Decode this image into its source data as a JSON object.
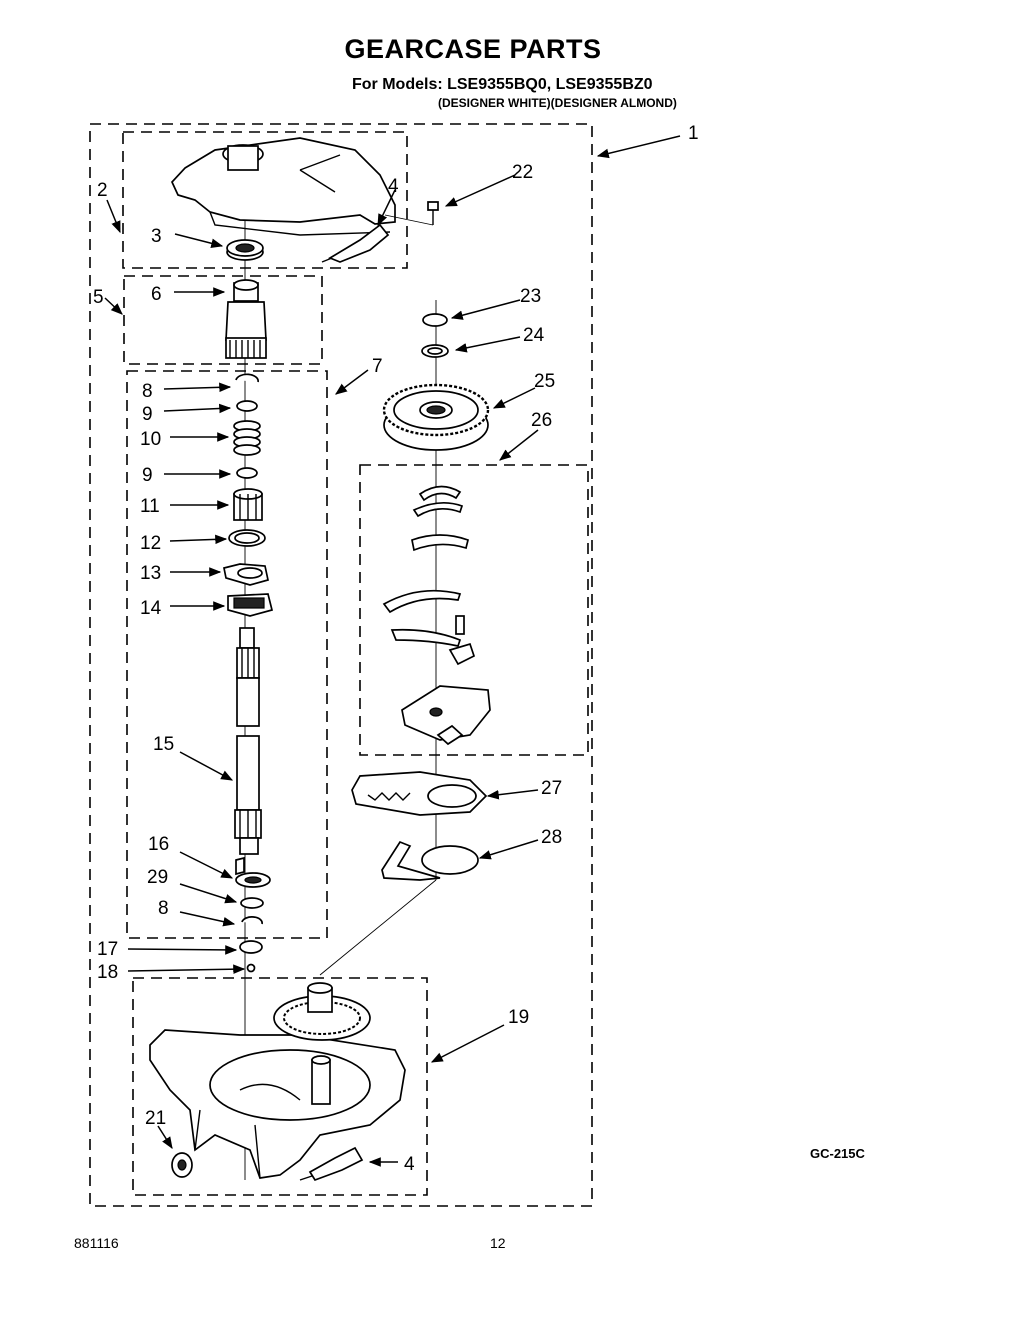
{
  "header": {
    "title": "GEARCASE PARTS",
    "models": "For Models: LSE9355BQ0, LSE9355BZ0",
    "colors": "(DESIGNER WHITE)(DESIGNER ALMOND)"
  },
  "footer": {
    "diagram_code": "GC-215C",
    "doc_number": "881116",
    "page_number": "12"
  },
  "callouts": {
    "c1": "1",
    "c2": "2",
    "c3": "3",
    "c4a": "4",
    "c4b": "4",
    "c5": "5",
    "c6": "6",
    "c7": "7",
    "c8a": "8",
    "c8b": "8",
    "c9a": "9",
    "c9b": "9",
    "c10": "10",
    "c11": "11",
    "c12": "12",
    "c13": "13",
    "c14": "14",
    "c15": "15",
    "c16": "16",
    "c17": "17",
    "c18": "18",
    "c19": "19",
    "c21": "21",
    "c22": "22",
    "c23": "23",
    "c24": "24",
    "c25": "25",
    "c26": "26",
    "c27": "27",
    "c28": "28",
    "c29": "29"
  }
}
